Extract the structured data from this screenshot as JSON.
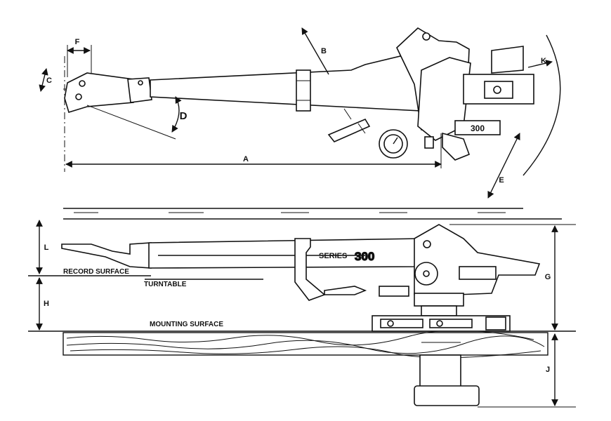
{
  "labels": {
    "A": "A",
    "B": "B",
    "C": "C",
    "D": "D",
    "E": "E",
    "F": "F",
    "G": "G",
    "H": "H",
    "J": "J",
    "K": "K",
    "L": "L"
  },
  "surfaces": {
    "record": "RECORD SURFACE",
    "turntable": "TURNTABLE",
    "mounting": "MOUNTING SURFACE"
  },
  "branding": {
    "series_word": "SERIES",
    "series_number": "300",
    "badge_top": "300"
  }
}
